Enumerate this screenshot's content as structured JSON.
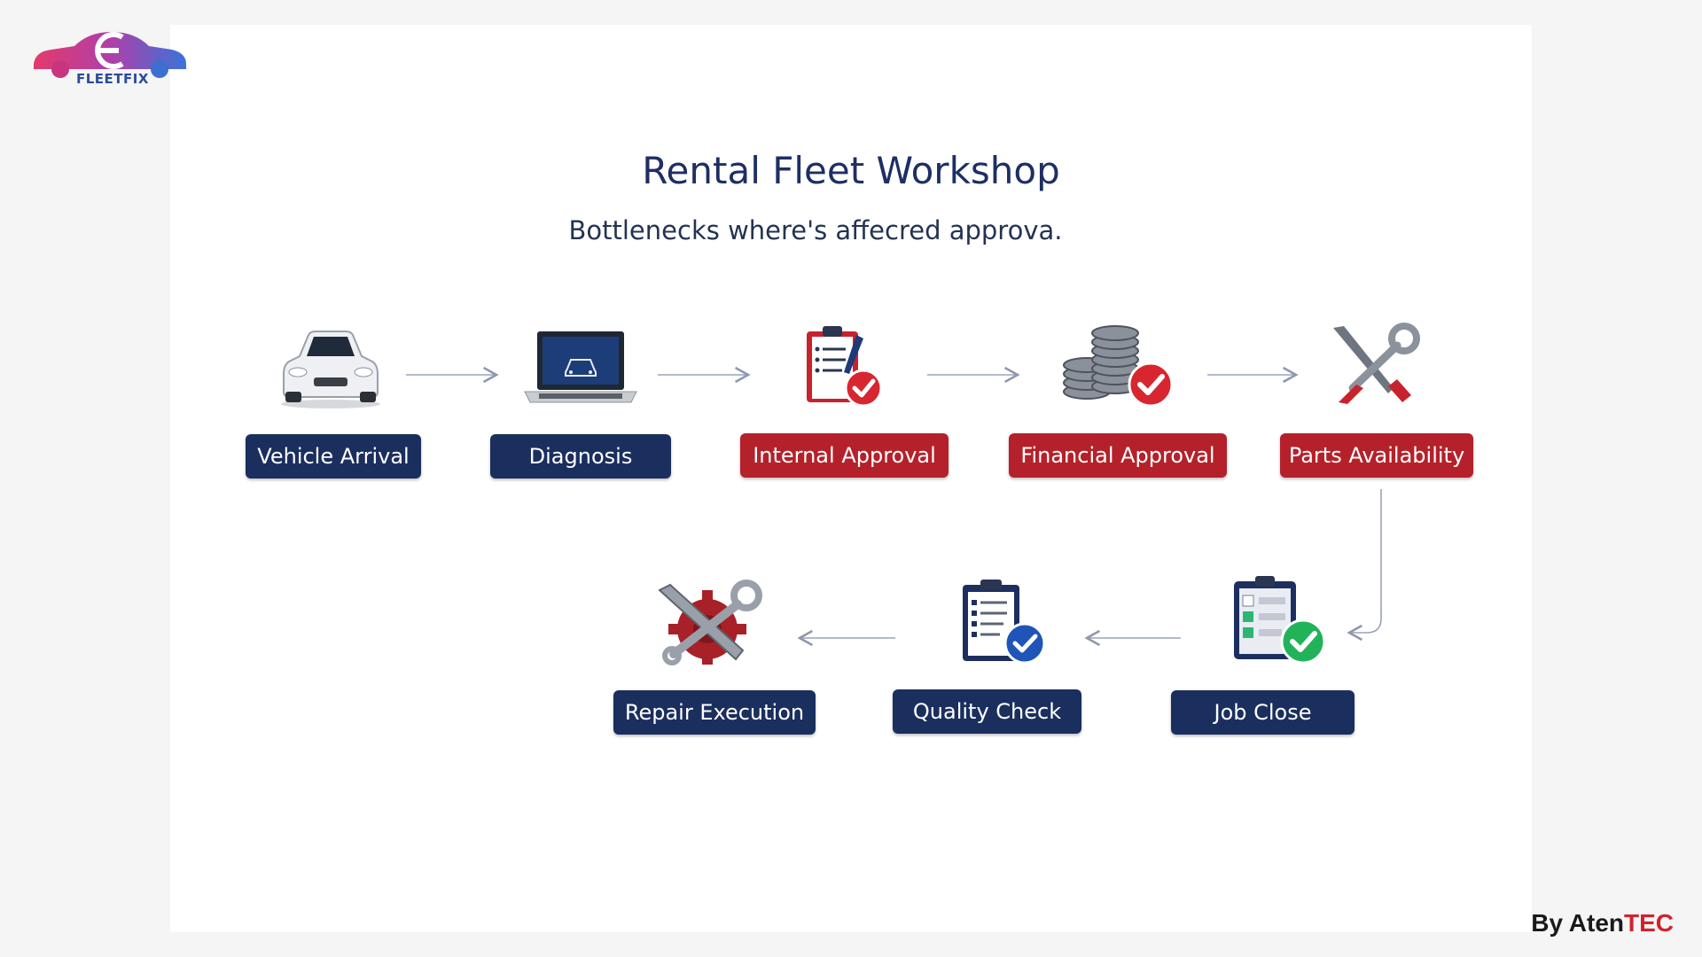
{
  "brand": {
    "name": "FLEETFIX"
  },
  "header": {
    "title": "Rental Fleet Workshop",
    "subtitle": "Bottlenecks where's affecred approva."
  },
  "steps": [
    {
      "label": "Vehicle Arrival",
      "icon": "car-icon",
      "status": "normal"
    },
    {
      "label": "Diagnosis",
      "icon": "laptop-icon",
      "status": "normal"
    },
    {
      "label": "Internal Approval",
      "icon": "clipboard-check-icon",
      "status": "bottleneck"
    },
    {
      "label": "Financial Approval",
      "icon": "coins-check-icon",
      "status": "bottleneck"
    },
    {
      "label": "Parts Availability",
      "icon": "tools-icon",
      "status": "bottleneck"
    },
    {
      "label": "Job Close",
      "icon": "checklist-check-icon",
      "status": "normal"
    },
    {
      "label": "Quality Check",
      "icon": "clipboard-blue-check-icon",
      "status": "normal"
    },
    {
      "label": "Repair Execution",
      "icon": "wrench-gear-icon",
      "status": "normal"
    }
  ],
  "colors": {
    "navy": "#1b2f5e",
    "red": "#b5212a",
    "accent": "#d1222e"
  },
  "footer": {
    "by": "By Aten",
    "brand_accent": "TEC"
  }
}
